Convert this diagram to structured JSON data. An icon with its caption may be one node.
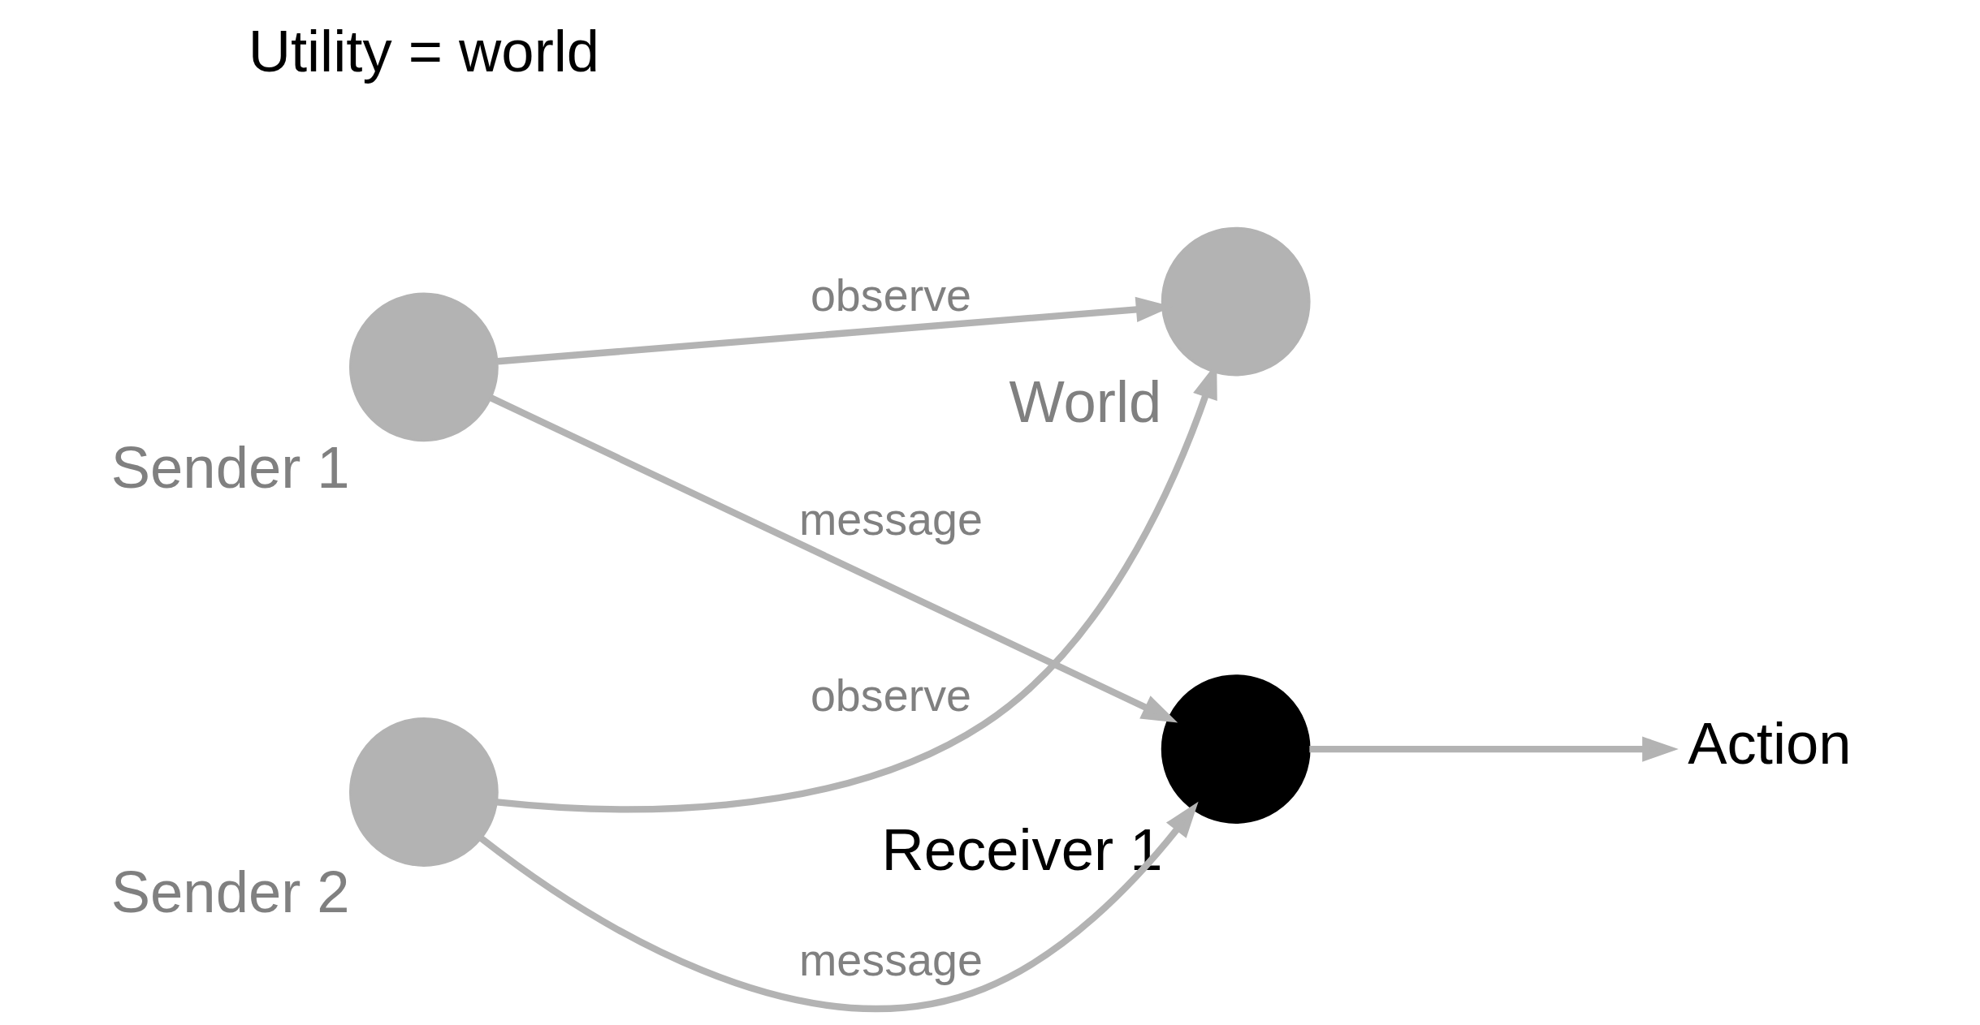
{
  "diagram": {
    "nodes": [
      {
        "text": [
          "Sender 1"
        ]
      },
      {
        "text": [
          "World"
        ]
      },
      {
        "text": [
          "Receiver 1"
        ]
      },
      {
        "text": [
          "Action"
        ]
      },
      {
        "text": [
          "Sender 2"
        ]
      }
    ],
    "edges": [
      {
        "from": 0,
        "to": 1,
        "arrow": "to",
        "label": "observe"
      },
      {
        "from": 0,
        "to": 2,
        "arrow": "to",
        "label": "message"
      },
      {
        "from": 4,
        "to": 1,
        "arrow": "to",
        "label": "observe"
      },
      {
        "from": 4,
        "to": 2,
        "arrow": "to",
        "label": "message"
      },
      {
        "from": 2,
        "to": 3,
        "arrow": "to"
      }
    ],
    "labels": [
      "Utility = world"
    ]
  }
}
